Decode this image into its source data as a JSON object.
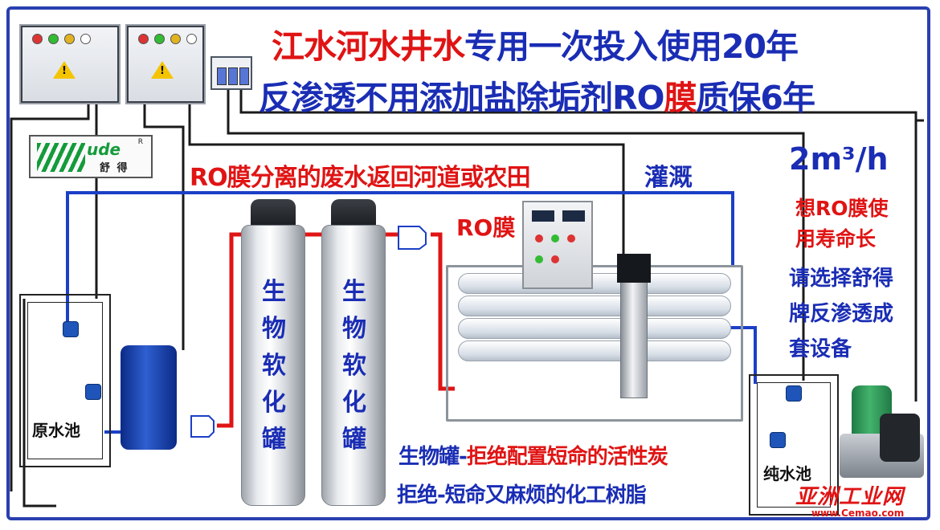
{
  "headline": {
    "line1_part1": "江水河水井水",
    "line1_part2": "专用一次投入使用20年",
    "line2_part1": "反渗透不用添加盐除垢剂RO",
    "line2_part2": "膜",
    "line2_part3": "质保6年"
  },
  "labels": {
    "waste_water": "RO膜分离的废水返回河道或农田",
    "irrigation": "灌溉",
    "ro_membrane": "RO膜",
    "flow_rate": "2m³/h",
    "raw_pool": "原水池",
    "pure_pool": "纯水池",
    "tank1": "生物软化罐",
    "tank2": "生物软化罐"
  },
  "side_note": {
    "line1": "想RO膜使",
    "line2": "用寿命长",
    "line3": "请选择舒得",
    "line4": "牌反渗透成",
    "line5": "套设备"
  },
  "bottom_note": {
    "line1_part1": "生物罐-",
    "line1_part2": "拒绝配置短命的活性炭",
    "line2_part1": "拒绝-短命又麻烦的化工树脂"
  },
  "logo": {
    "mark": "ude",
    "name": "舒 得",
    "registered": "R"
  },
  "watermark": {
    "brand": "亚洲工业网",
    "url": "www.Cemao.com"
  },
  "colors": {
    "title_red": "#e01414",
    "title_blue": "#1a2db4",
    "pipe_red": "#e01414",
    "pipe_blue": "#1b3fc7",
    "wire_black": "#1a1a1a"
  }
}
